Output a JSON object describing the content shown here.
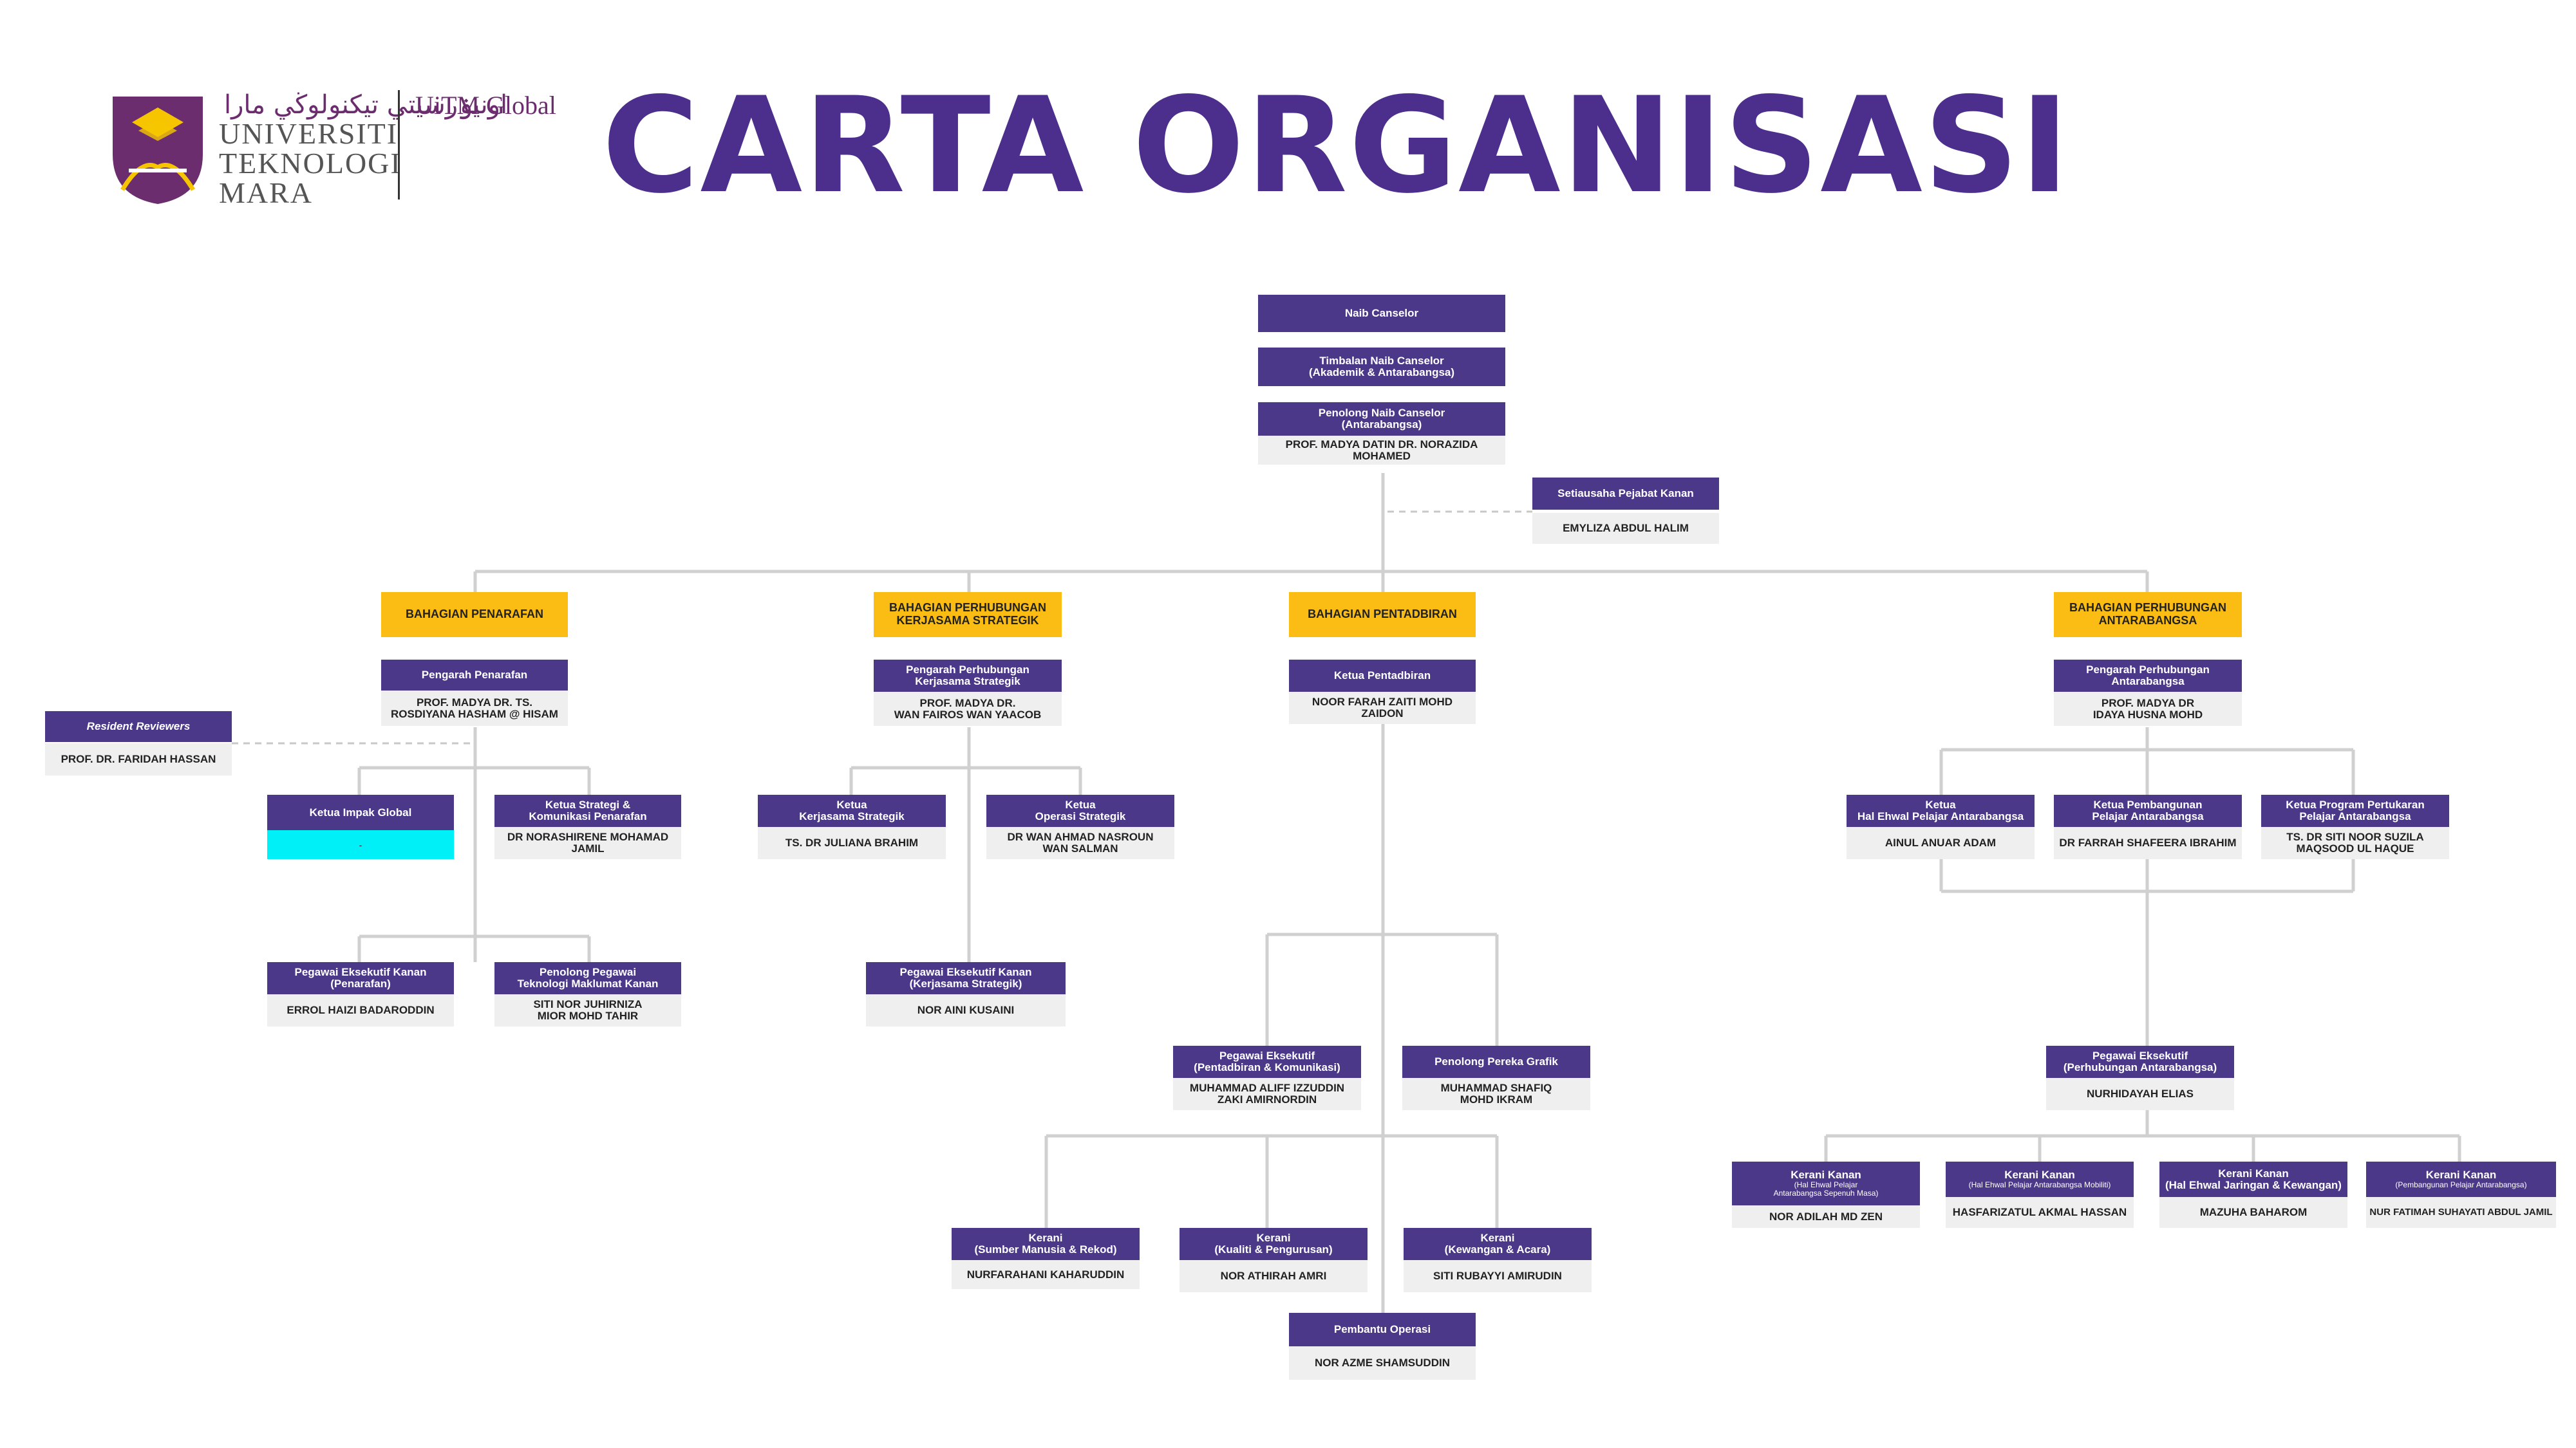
{
  "header": {
    "title": "CARTA ORGANISASI",
    "logo_arabic": "اونيۏرسيتي تيكنولوڬي مارا",
    "logo_lines": [
      "UNIVERSITI",
      "TEKNOLOGI",
      "MARA"
    ],
    "logo_global": "UiTM Global"
  },
  "colors": {
    "primary": "#4b3888",
    "accent": "#fbbd14",
    "name_bg": "#efefef",
    "highlight": "#00f0f8",
    "title": "#4c2f8c"
  },
  "top": {
    "naib_canselor": "Naib Canselor",
    "timbalan": [
      "Timbalan Naib Canselor",
      "(Akademik & Antarabangsa)"
    ],
    "penolong": [
      "Penolong Naib Canselor",
      "(Antarabangsa)"
    ],
    "penolong_name": "PROF. MADYA DATIN DR. NORAZIDA MOHAMED",
    "setiausaha_title": "Setiausaha Pejabat Kanan",
    "setiausaha_name": "EMYLIZA ABDUL HALIM"
  },
  "penarafan": {
    "dept": "BAHAGIAN PENARAFAN",
    "head_title": "Pengarah Penarafan",
    "head_name": [
      "PROF. MADYA DR. TS.",
      "ROSDIYANA HASHAM @ HISAM"
    ],
    "resident_title": "Resident Reviewers",
    "resident_name": "PROF. DR. FARIDAH HASSAN",
    "impak_title": "Ketua Impak Global",
    "impak_name": "-",
    "strategi_title": [
      "Ketua Strategi &",
      "Komunikasi Penarafan"
    ],
    "strategi_name": "DR NORASHIRENE MOHAMAD JAMIL",
    "pek_title": [
      "Pegawai Eksekutif Kanan",
      "(Penarafan)"
    ],
    "pek_name": "ERROL HAIZI BADARODDIN",
    "ppt_title": [
      "Penolong Pegawai",
      "Teknologi Maklumat Kanan"
    ],
    "ppt_name": [
      "SITI NOR JUHIRNIZA",
      "MIOR MOHD TAHIR"
    ]
  },
  "kerjasama": {
    "dept": [
      "BAHAGIAN PERHUBUNGAN",
      "KERJASAMA STRATEGIK"
    ],
    "head_title": [
      "Pengarah Perhubungan",
      "Kerjasama Strategik"
    ],
    "head_name": [
      "PROF. MADYA DR.",
      "WAN FAIROS WAN YAACOB"
    ],
    "k1_title": [
      "Ketua",
      "Kerjasama Strategik"
    ],
    "k1_name": "TS. DR JULIANA BRAHIM",
    "k2_title": [
      "Ketua",
      "Operasi Strategik"
    ],
    "k2_name": [
      "DR WAN AHMAD NASROUN",
      "WAN SALMAN"
    ],
    "pek_title": [
      "Pegawai Eksekutif  Kanan",
      "(Kerjasama Strategik)"
    ],
    "pek_name": "NOR AINI KUSAINI"
  },
  "pentadbiran": {
    "dept": "BAHAGIAN PENTADBIRAN",
    "head_title": "Ketua Pentadbiran",
    "head_name": "NOOR FARAH ZAITI MOHD ZAIDON",
    "pe_title": [
      "Pegawai Eksekutif",
      "(Pentadbiran & Komunikasi)"
    ],
    "pe_name": [
      "MUHAMMAD ALIFF IZZUDDIN",
      "ZAKI AMIRNORDIN"
    ],
    "grafik_title": "Penolong Pereka Grafik",
    "grafik_name": [
      "MUHAMMAD SHAFIQ",
      "MOHD IKRAM"
    ],
    "k1_title": [
      "Kerani",
      "(Sumber Manusia & Rekod)"
    ],
    "k1_name": "NURFARAHANI KAHARUDDIN",
    "k2_title": [
      "Kerani",
      "(Kualiti & Pengurusan)"
    ],
    "k2_name": "NOR ATHIRAH AMRI",
    "k3_title": [
      "Kerani",
      "(Kewangan & Acara)"
    ],
    "k3_name": "SITI RUBAYYI AMIRUDIN",
    "po_title": "Pembantu Operasi",
    "po_name": "NOR AZME SHAMSUDDIN"
  },
  "antarabangsa": {
    "dept": [
      "BAHAGIAN PERHUBUNGAN",
      "ANTARABANGSA"
    ],
    "head_title": [
      "Pengarah Perhubungan",
      "Antarabangsa"
    ],
    "head_name": [
      "PROF. MADYA DR",
      "IDAYA HUSNA MOHD"
    ],
    "k1_title": [
      "Ketua",
      "Hal Ehwal Pelajar Antarabangsa"
    ],
    "k1_name": "AINUL ANUAR ADAM",
    "k2_title": [
      "Ketua Pembangunan",
      "Pelajar Antarabangsa"
    ],
    "k2_name": "DR FARRAH SHAFEERA IBRAHIM",
    "k3_title": [
      "Ketua Program Pertukaran",
      "Pelajar Antarabangsa"
    ],
    "k3_name": [
      "TS. DR SITI NOOR SUZILA",
      "MAQSOOD UL HAQUE"
    ],
    "pe_title": [
      "Pegawai Eksekutif",
      "(Perhubungan Antarabangsa)"
    ],
    "pe_name": "NURHIDAYAH ELIAS",
    "kk1_title": [
      "Kerani Kanan",
      "(Hal Ehwal Pelajar",
      "Antarabangsa Sepenuh Masa)"
    ],
    "kk1_name": "NOR ADILAH MD ZEN",
    "kk2_title": [
      "Kerani Kanan",
      "(Hal Ehwal Pelajar Antarabangsa Mobiliti)"
    ],
    "kk2_name": "HASFARIZATUL AKMAL HASSAN",
    "kk3_title": [
      "Kerani Kanan",
      "(Hal Ehwal Jaringan & Kewangan)"
    ],
    "kk3_name": "MAZUHA BAHAROM",
    "kk4_title": [
      "Kerani Kanan",
      "(Pembangunan Pelajar Antarabangsa)"
    ],
    "kk4_name": "NUR FATIMAH SUHAYATI ABDUL JAMIL"
  }
}
